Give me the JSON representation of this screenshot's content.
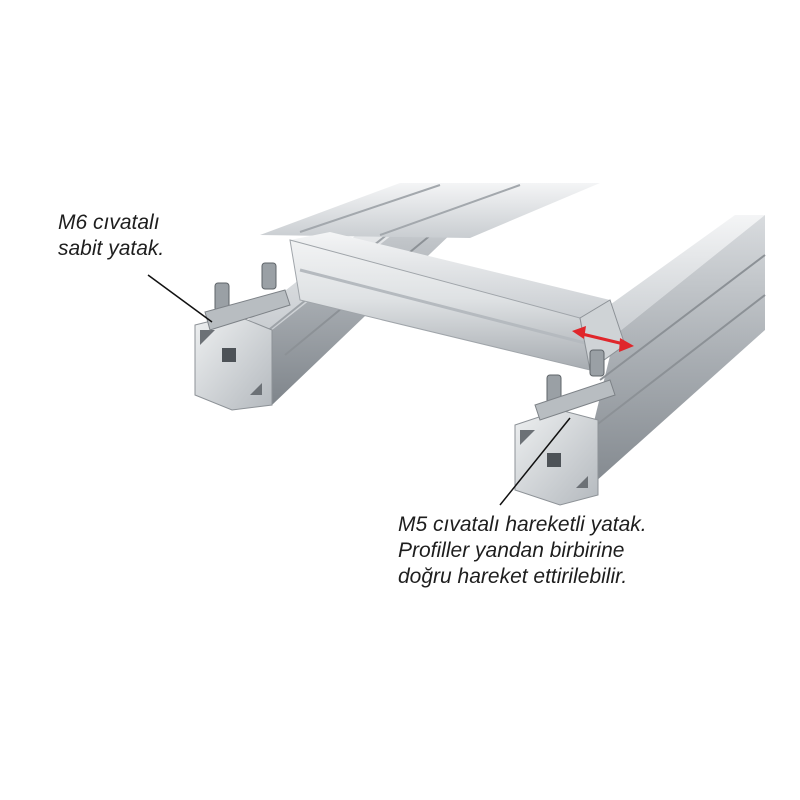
{
  "annotations": {
    "fixed_bearing": {
      "line1": "M6 cıvatalı",
      "line2": "sabit yatak."
    },
    "sliding_bearing": {
      "line1": "M5 cıvatalı hareketli yatak.",
      "line2": "Profiller yandan birbirine",
      "line3": "doğru hareket ettirilebilir."
    }
  },
  "colors": {
    "aluminum_light": "#e8eaec",
    "aluminum_mid": "#bfc3c7",
    "aluminum_dark": "#8d9297",
    "arrow": "#e0262b",
    "text": "#1e1e1e"
  }
}
